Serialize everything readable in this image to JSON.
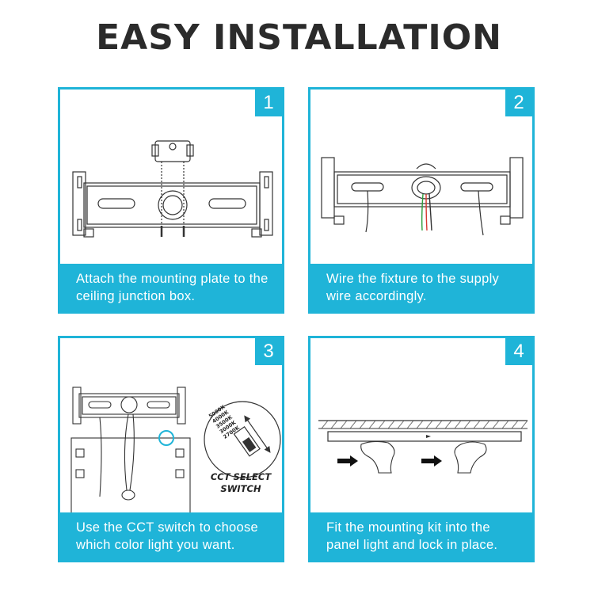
{
  "title": "EASY INSTALLATION",
  "steps": [
    {
      "number": "1",
      "caption": "Attach the mounting plate to the ceiling junction box."
    },
    {
      "number": "2",
      "caption": "Wire the fixture to the supply wire accordingly."
    },
    {
      "number": "3",
      "caption": "Use the CCT switch to choose which color light you want.",
      "switch_label": "CCT SELECT SWITCH",
      "switch_levels": [
        "5000K",
        "4000K",
        "3500K",
        "3000K",
        "2700K"
      ]
    },
    {
      "number": "4",
      "caption": "Fit the mounting kit into the panel light and lock in place."
    }
  ],
  "colors": {
    "accent": "#1fb4d8",
    "title": "#2b2b2b"
  }
}
